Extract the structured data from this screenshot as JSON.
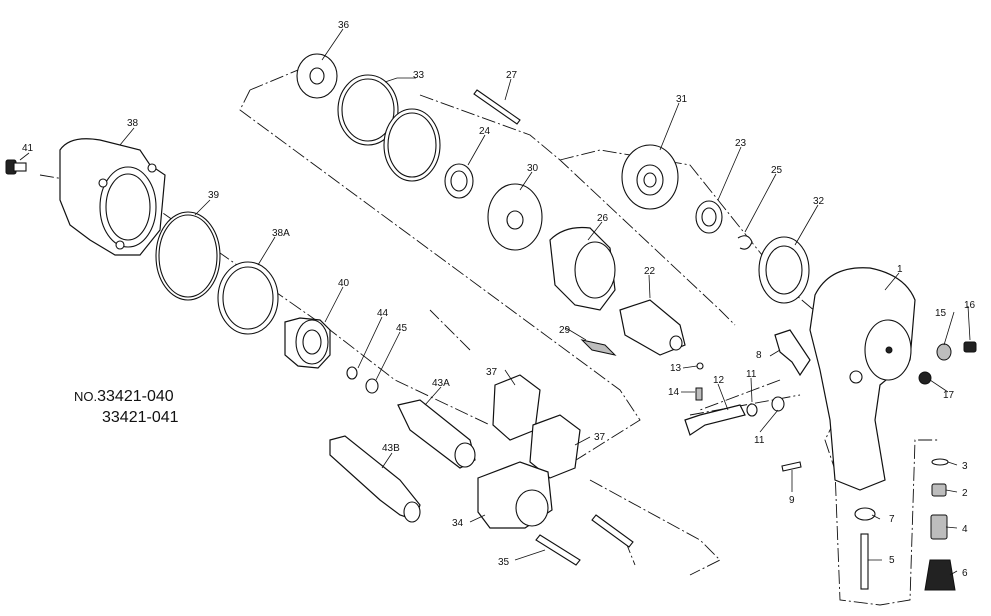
{
  "model": {
    "prefix": "NO.",
    "number_1": "33421-040",
    "number_2": "33421-041"
  },
  "labels": {
    "p1": "1",
    "p2": "2",
    "p3": "3",
    "p4": "4",
    "p5": "5",
    "p6": "6",
    "p7": "7",
    "p8": "8",
    "p9": "9",
    "p11a": "11",
    "p11b": "11",
    "p12": "12",
    "p13": "13",
    "p14": "14",
    "p15": "15",
    "p16": "16",
    "p17": "17",
    "p22": "22",
    "p23": "23",
    "p24": "24",
    "p25": "25",
    "p26": "26",
    "p27": "27",
    "p29": "29",
    "p30": "30",
    "p31": "31",
    "p32": "32",
    "p33": "33",
    "p34": "34",
    "p35": "35",
    "p36": "36",
    "p37a": "37",
    "p37b": "37",
    "p38": "38",
    "p38A": "38A",
    "p39": "39",
    "p40": "40",
    "p41": "41",
    "p43A": "43A",
    "p43B": "43B",
    "p44": "44",
    "p45": "45"
  }
}
